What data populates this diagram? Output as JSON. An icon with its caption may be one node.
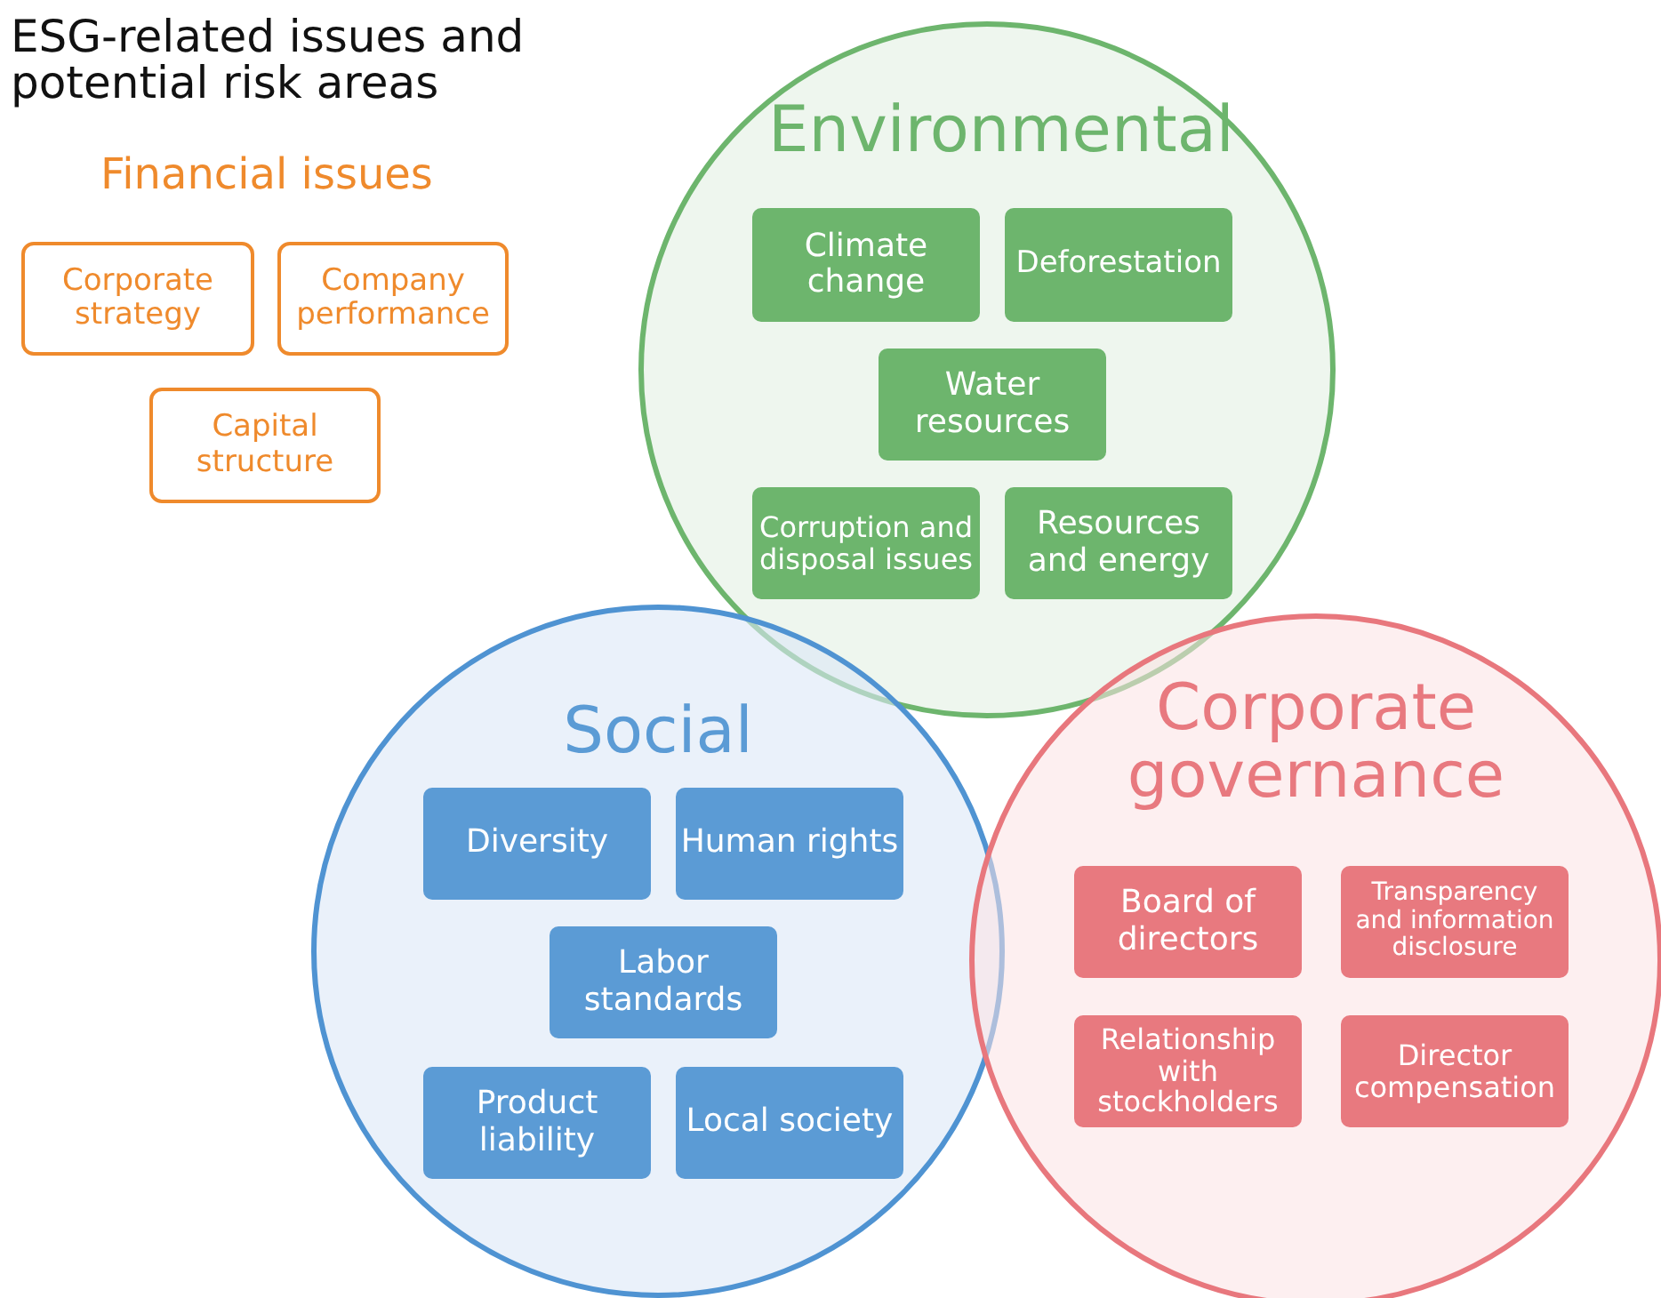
{
  "diagram": {
    "title": "ESG-related issues and potential risk areas",
    "nodes": [
      {
        "text": [
          "Corporate strategy"
        ]
      },
      {
        "text": [
          "Company performance"
        ]
      },
      {
        "text": [
          "Capital structure"
        ]
      },
      {
        "text": [
          "Environmental"
        ]
      },
      {
        "text": [
          "Climate change"
        ],
        "in": 3
      },
      {
        "text": [
          "Deforestation"
        ],
        "in": 3
      },
      {
        "text": [
          "Water resources"
        ],
        "in": 3
      },
      {
        "text": [
          "Corruption and disposal issues"
        ],
        "in": 3
      },
      {
        "text": [
          "Resources and energy"
        ],
        "in": 3
      },
      {
        "text": [
          "Social"
        ]
      },
      {
        "text": [
          "Diversity"
        ],
        "in": 9
      },
      {
        "text": [
          "Human rights"
        ],
        "in": 9
      },
      {
        "text": [
          "Labor standards"
        ],
        "in": 9
      },
      {
        "text": [
          "Product liability"
        ],
        "in": 9
      },
      {
        "text": [
          "Local society"
        ],
        "in": 9
      },
      {
        "text": [
          "Corporate governance"
        ]
      },
      {
        "text": [
          "Board of directors"
        ],
        "in": 15
      },
      {
        "text": [
          "Transparency and information disclosure"
        ],
        "in": 15
      },
      {
        "text": [
          "Relationship with stockholders"
        ],
        "in": 15
      },
      {
        "text": [
          "Director compensation"
        ],
        "in": 15
      }
    ],
    "edges": [],
    "labels": [
      "Financial issues"
    ]
  }
}
